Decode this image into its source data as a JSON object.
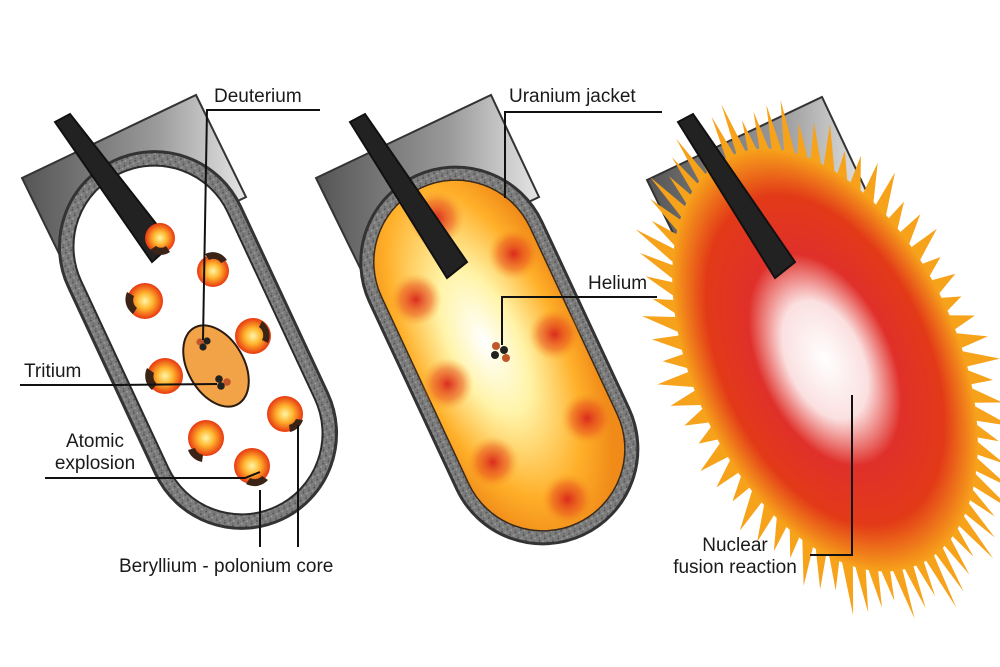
{
  "labels": {
    "deuterium": "Deuterium",
    "tritium": "Tritium",
    "atomic_explosion_1": "Atomic",
    "atomic_explosion_2": "explosion",
    "beryllium_core": "Beryllium - polonium core",
    "uranium_jacket": "Uranium jacket",
    "helium": "Helium",
    "nuclear_1": "Nuclear",
    "nuclear_2": "fusion reaction"
  },
  "colors": {
    "casing_outer": "#4a4a4a",
    "casing_fill": "#8c8c8c",
    "fin_dark": "#1f1f1f",
    "fin_light": "#9a9a9a",
    "fuel_capsule": "#f2a347",
    "blast_yellow": "#fff4a8",
    "blast_orange": "#f59a1e",
    "blast_red": "#d9241c",
    "spike_orange": "#f7a21b"
  }
}
